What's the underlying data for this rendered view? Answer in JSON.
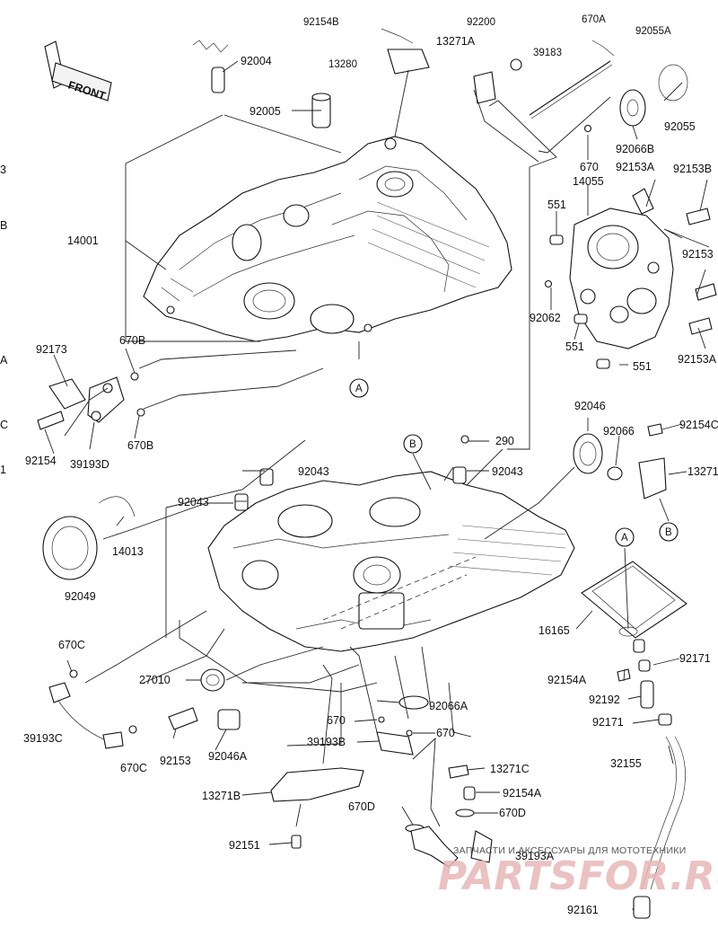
{
  "labels": {
    "top_92154b": "92154B",
    "top_13280": "13280",
    "top_92200": "92200",
    "top_13271a": "13271A",
    "top_39183": "39183",
    "top_670a": "670A",
    "top_92055a": "92055A",
    "p92004": "92004",
    "p92005": "92005",
    "p14001": "14001",
    "p92055": "92055",
    "p92066b": "92066B",
    "p670": "670",
    "p14055": "14055",
    "p92153a": "92153A",
    "p92153b": "92153B",
    "p551a": "551",
    "p92153_right": "92153",
    "p92062": "92062",
    "p551b": "551",
    "p551c": "551",
    "p92153a_lower": "92153A",
    "p92173": "92173",
    "p670b_top": "670B",
    "p670b_bot": "670B",
    "p92154_left": "92154",
    "p39193d": "39193D",
    "p92046": "92046",
    "p92066": "92066",
    "p92154c": "92154C",
    "p13271": "13271",
    "p290": "290",
    "p92043_a": "92043",
    "p92043_b": "92043",
    "p92043_c": "92043",
    "p14013": "14013",
    "p92049": "92049",
    "p16165": "16165",
    "p670c_top": "670C",
    "p27010": "27010",
    "p92171_top": "92171",
    "p92154a": "92154A",
    "p92192": "92192",
    "p92066a": "92066A",
    "p92171_bot": "92171",
    "p670_mid": "670",
    "p670_mid2": "670",
    "p39193c": "39193C",
    "p670c_bot": "670C",
    "p92153_bot": "92153",
    "p92046a": "92046A",
    "p39193b": "39193B",
    "p32155": "32155",
    "p13271c": "13271C",
    "p13271b": "13271B",
    "p92154a_bot": "92154A",
    "p670d_left": "670D",
    "p670d_right": "670D",
    "p92151": "92151",
    "p39193a": "39193A",
    "p92161": "92161",
    "edge_b": "B",
    "edge_a1": "A",
    "edge_c": "C",
    "edge_1": "1",
    "edge_3": "3"
  },
  "callouts": {
    "a_top": "A",
    "b_left": "B",
    "b_right": "B",
    "a_right": "A"
  },
  "front_badge": "FRONT",
  "watermark": {
    "top": "ЗАПЧАСТИ И АКСЕССУАРЫ ДЛЯ МОТОТЕХНИКИ",
    "brand": "PARTSFOR.RU"
  },
  "colors": {
    "line": "#111111",
    "watermark": "#e8b7b7"
  }
}
